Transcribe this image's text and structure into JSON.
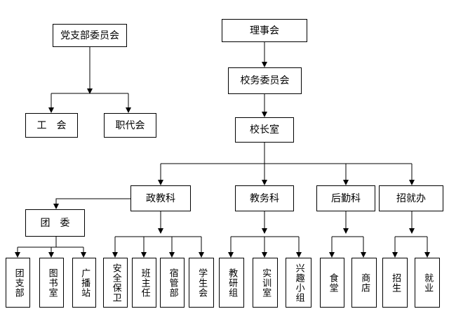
{
  "org": {
    "party_branch": "党支部委员会",
    "union": "工　会",
    "staff_congress": "职代会",
    "board": "理事会",
    "school_committee": "校务委员会",
    "principal_office": "校长室",
    "political_dept": "政教科",
    "academic_dept": "教务科",
    "logistics_dept": "后勤科",
    "admissions_dept": "招就办",
    "youth_league": "团　委",
    "league_branch": "团支部",
    "library": "图书室",
    "broadcast": "广播站",
    "safety": "安全保卫",
    "class_teacher": "班主任",
    "dorm": "宿管部",
    "student_union": "学生会",
    "research_group": "教研组",
    "training_room": "实训室",
    "interest_group": "兴趣小组",
    "canteen": "食堂",
    "shop": "商店",
    "enrollment": "招生",
    "employment": "就业"
  }
}
